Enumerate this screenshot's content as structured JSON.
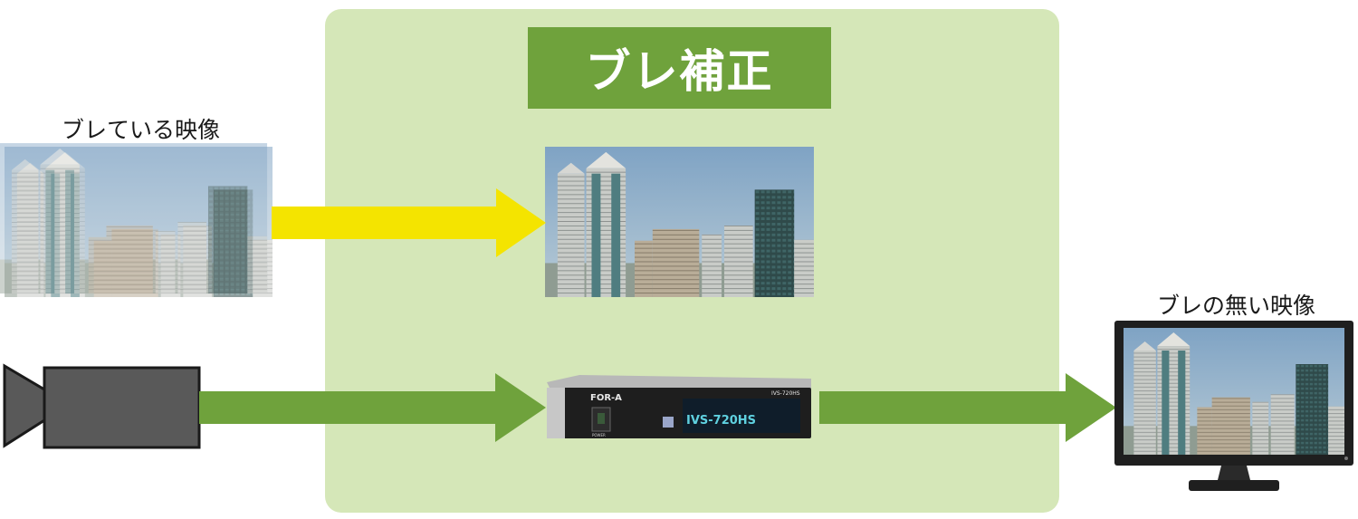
{
  "title": "ブレ補正",
  "labels": {
    "blurred_video": "ブレている映像",
    "stable_video": "ブレの無い映像"
  },
  "device": {
    "brand": "FOR-A",
    "model": "IVS-720HS",
    "power_label": "POWER"
  },
  "colors": {
    "panel": "#d5e7b8",
    "title_box": "#6fa23c",
    "yellow_arrow": "#f4e400",
    "green_arrow": "#6fa23c",
    "camera": "#595959"
  }
}
